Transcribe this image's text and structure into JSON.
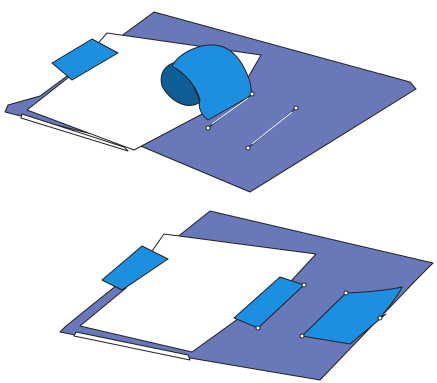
{
  "colors": {
    "folder": "#6878B8",
    "tab": "#1C8FE0",
    "tab_shadow": "#0F5E96",
    "paper": "#FFFFFF",
    "outline": "#222222"
  },
  "figures": [
    {
      "name": "folder-open-flap",
      "parts": [
        "folder-body",
        "paper-sheets",
        "side-tab",
        "lifted-flap",
        "slot-cuts"
      ]
    },
    {
      "name": "folder-closed-pockets",
      "parts": [
        "folder-body",
        "paper-sheets",
        "side-tab",
        "upper-pocket",
        "lower-pocket"
      ]
    }
  ]
}
